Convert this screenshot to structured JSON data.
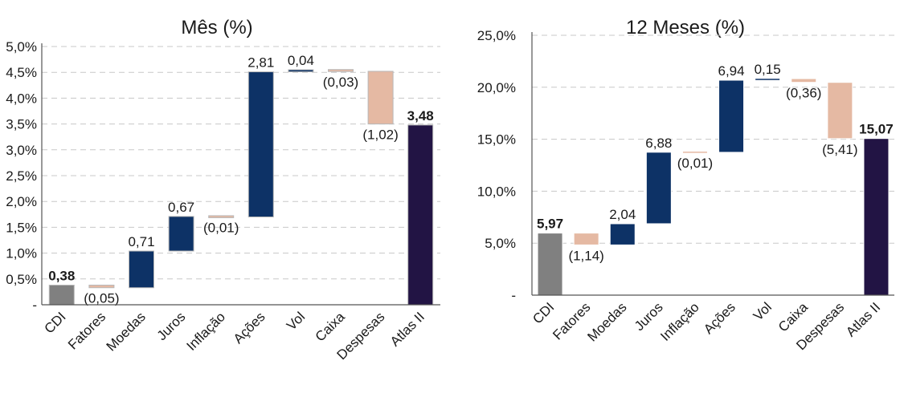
{
  "chart_data": [
    {
      "type": "waterfall",
      "title": "Mês (%)",
      "categories": [
        "CDI",
        "Fatores",
        "Moedas",
        "Juros",
        "Inflação",
        "Ações",
        "Vol",
        "Caixa",
        "Despesas",
        "Atlas II"
      ],
      "values": [
        0.38,
        -0.05,
        0.71,
        0.67,
        -0.01,
        2.81,
        0.04,
        -0.03,
        -1.02,
        3.48
      ],
      "labels": [
        "0,38",
        "(0,05)",
        "0,71",
        "0,67",
        "(0,01)",
        "2,81",
        "0,04",
        "(0,03)",
        "(1,02)",
        "3,48"
      ],
      "total_categories": [
        "CDI",
        "Atlas II"
      ],
      "ylim": [
        0,
        5.0
      ],
      "yticks": [
        0,
        0.5,
        1.0,
        1.5,
        2.0,
        2.5,
        3.0,
        3.5,
        4.0,
        4.5,
        5.0
      ],
      "ytick_labels": [
        "-",
        "0,5%",
        "1,0%",
        "1,5%",
        "2,0%",
        "2,5%",
        "3,0%",
        "3,5%",
        "4,0%",
        "4,5%",
        "5,0%"
      ],
      "grid": true,
      "colors": {
        "cdi": "#808080",
        "positive": "#0d3266",
        "negative": "#e5b9a3",
        "total": "#221444",
        "bar_edge": "#b8b8b8"
      }
    },
    {
      "type": "waterfall",
      "title": "12 Meses (%)",
      "categories": [
        "CDI",
        "Fatores",
        "Moedas",
        "Juros",
        "Inflação",
        "Ações",
        "Vol",
        "Caixa",
        "Despesas",
        "Atlas II"
      ],
      "values": [
        5.97,
        -1.14,
        2.04,
        6.88,
        -0.01,
        6.94,
        0.15,
        -0.36,
        -5.41,
        15.07
      ],
      "labels": [
        "5,97",
        "(1,14)",
        "2,04",
        "6,88",
        "(0,01)",
        "6,94",
        "0,15",
        "(0,36)",
        "(5,41)",
        "15,07"
      ],
      "total_categories": [
        "CDI",
        "Atlas II"
      ],
      "ylim": [
        0,
        25.0
      ],
      "yticks": [
        0,
        5.0,
        10.0,
        15.0,
        20.0,
        25.0
      ],
      "ytick_labels": [
        "-",
        "5,0%",
        "10,0%",
        "15,0%",
        "20,0%",
        "25,0%"
      ],
      "grid": true,
      "colors": {
        "cdi": "#808080",
        "positive": "#0d3266",
        "negative": "#e5b9a3",
        "total": "#221444",
        "bar_edge": "#ffffff"
      }
    }
  ]
}
